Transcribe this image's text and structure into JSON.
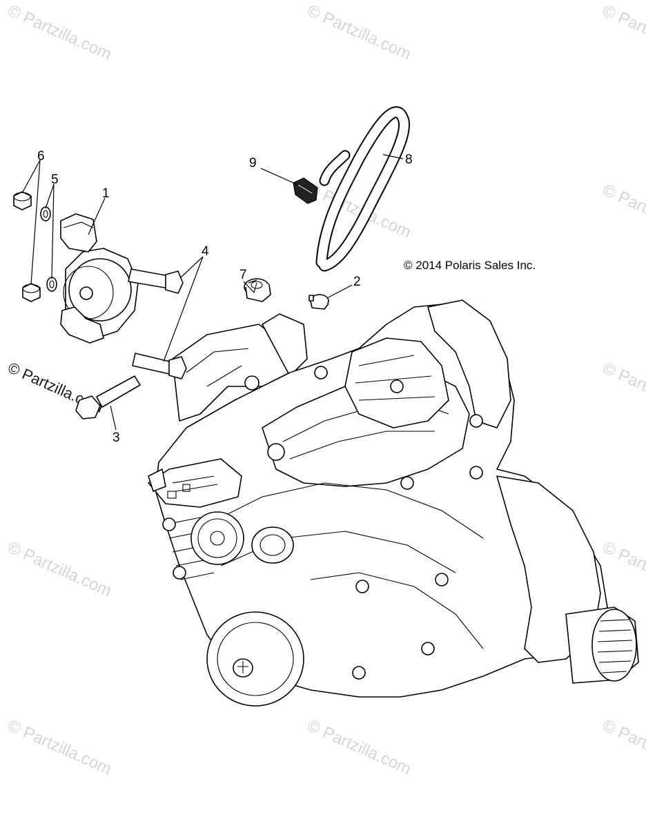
{
  "copyright": "© 2014 Polaris Sales Inc.",
  "watermark": "© Partzilla.com",
  "callouts": {
    "c1": "1",
    "c2": "2",
    "c3": "3",
    "c4": "4",
    "c5": "5",
    "c6": "6",
    "c7": "7",
    "c8": "8",
    "c9": "9"
  }
}
